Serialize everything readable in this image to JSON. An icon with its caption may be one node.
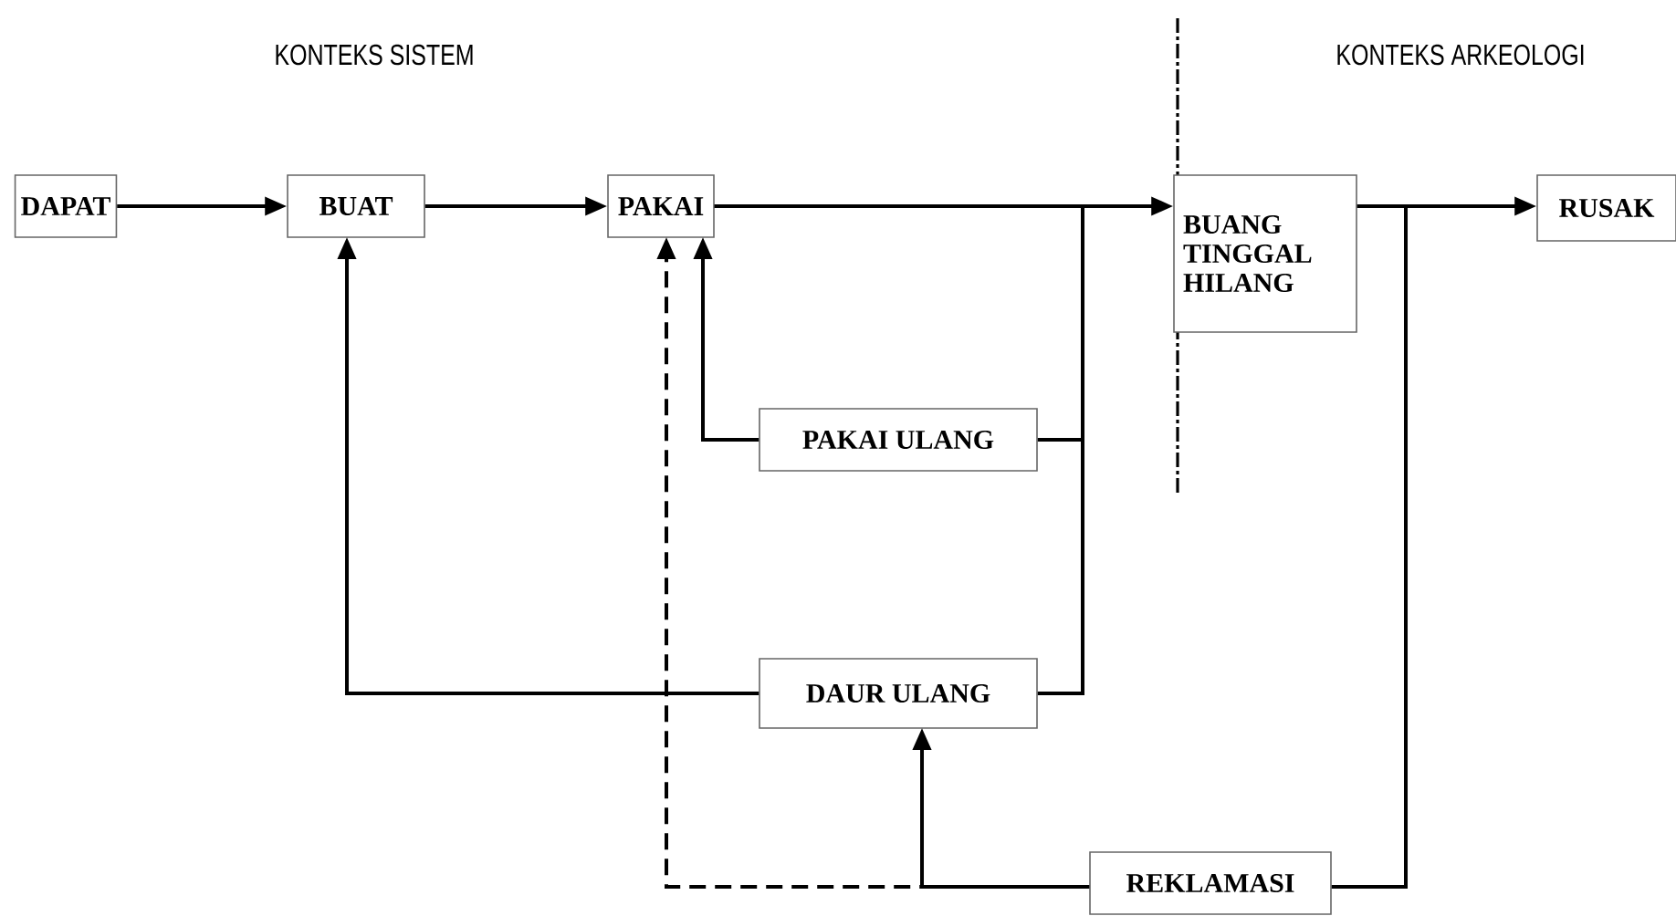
{
  "diagram": {
    "nodes": [
      {
        "text": [
          "DAPAT"
        ]
      },
      {
        "text": [
          "BUAT"
        ]
      },
      {
        "text": [
          "PAKAI"
        ]
      },
      {
        "text": [
          "BUANG TINGGAL HILANG"
        ]
      },
      {
        "text": [
          "RUSAK"
        ]
      },
      {
        "text": [
          "PAKAI ULANG"
        ]
      },
      {
        "text": [
          "DAUR ULANG"
        ]
      },
      {
        "text": [
          "REKLAMASI"
        ]
      }
    ],
    "edges": [
      {
        "from": 0,
        "to": 1,
        "arrow": "to"
      },
      {
        "from": 1,
        "to": 2,
        "arrow": "to"
      },
      {
        "from": 2,
        "to": 3,
        "arrow": "to"
      },
      {
        "from": 3,
        "to": 4,
        "arrow": "to"
      },
      {
        "from": 2,
        "to": 5,
        "arrow": "none"
      },
      {
        "from": 5,
        "to": 2,
        "arrow": "to"
      },
      {
        "from": 2,
        "to": 6,
        "arrow": "none"
      },
      {
        "from": 6,
        "to": 1,
        "arrow": "to"
      },
      {
        "from": 3,
        "to": 7,
        "arrow": "none"
      },
      {
        "from": 7,
        "to": 6,
        "arrow": "to"
      },
      {
        "from": 7,
        "to": 2,
        "arrow": "to",
        "style": "dashed"
      }
    ],
    "labels": [
      "KONTEKS SISTEM",
      "KONTEKS ARKEOLOGI"
    ]
  }
}
